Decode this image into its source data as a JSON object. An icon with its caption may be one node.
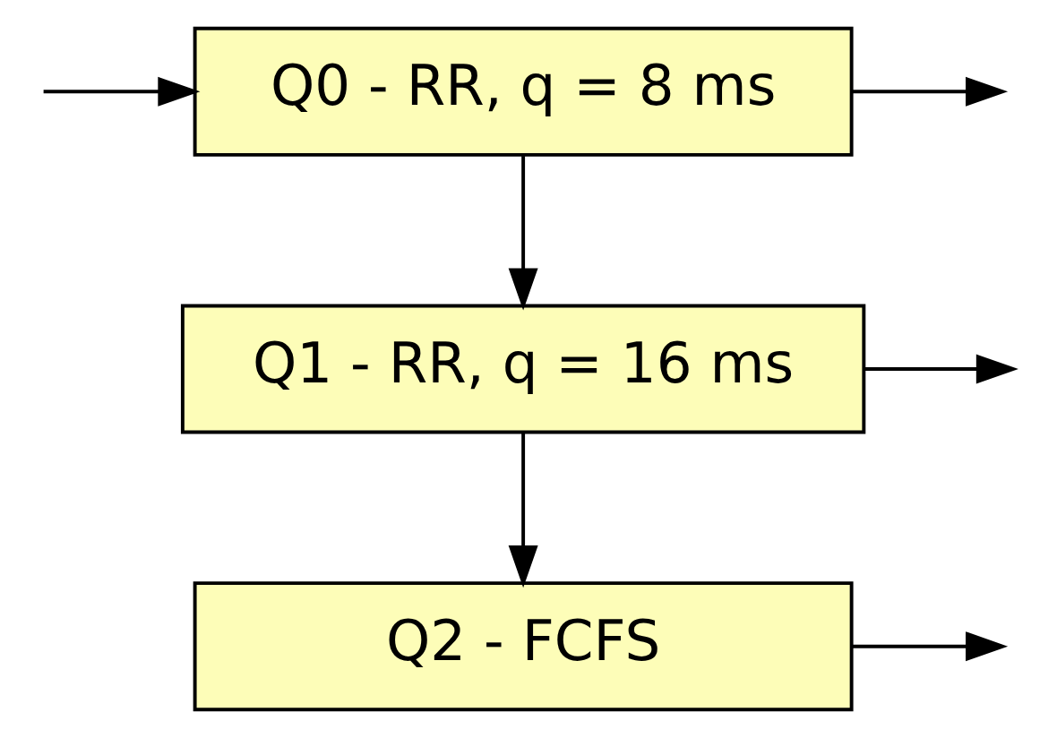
{
  "diagram": {
    "nodes": [
      {
        "text": [
          "Q0 - RR, q = 8 ms"
        ]
      },
      {
        "text": [
          "Q1 - RR, q = 16 ms"
        ]
      },
      {
        "text": [
          "Q2 - FCFS"
        ]
      }
    ],
    "edges": [
      {
        "from": null,
        "to": 0,
        "arrow": "to"
      },
      {
        "from": 0,
        "to": null,
        "arrow": "to"
      },
      {
        "from": 0,
        "to": 1,
        "arrow": "to"
      },
      {
        "from": 1,
        "to": null,
        "arrow": "to"
      },
      {
        "from": 1,
        "to": 2,
        "arrow": "to"
      },
      {
        "from": 2,
        "to": null,
        "arrow": "to"
      }
    ]
  }
}
